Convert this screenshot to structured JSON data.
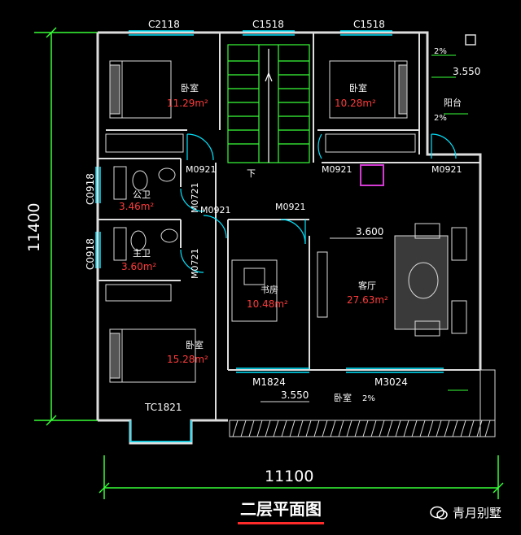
{
  "windows": {
    "c2118": "C2118",
    "c1518_stair": "C1518",
    "c1518_bedroom": "C1518",
    "c0918_a": "C0918",
    "c0918_b": "C0918",
    "tc1821": "TC1821"
  },
  "doors": {
    "m0921_bed1": "M0921",
    "m0921_bed2": "M0921",
    "m0921_right": "M0921",
    "m0721_a": "M0721",
    "m0721_b": "M0721",
    "m0921_hall_left": "M0921",
    "m0921_study": "M0921",
    "m1824": "M1824",
    "m3024": "M3024"
  },
  "rooms": {
    "bedroom_nw": {
      "name": "卧室",
      "area": "11.29m²"
    },
    "bedroom_ne": {
      "name": "卧室",
      "area": "10.28m²"
    },
    "bath_public": {
      "name": "公卫",
      "area": "3.46m²"
    },
    "bath_master": {
      "name": "主卫",
      "area": "3.60m²"
    },
    "bedroom_sw": {
      "name": "卧室",
      "area": "15.28m²"
    },
    "study": {
      "name": "书房",
      "area": "10.48m²"
    },
    "living": {
      "name": "客厅",
      "area": "27.63m²"
    },
    "balcony": {
      "name": "阳台"
    }
  },
  "levels": {
    "balcony_top": "3.550",
    "living": "3.600",
    "bottom_terrace": "3.550"
  },
  "slopes": {
    "top_right": "2%",
    "balcony": "2%",
    "bottom": "2%"
  },
  "terrace_label": "卧室",
  "stair_label": "下",
  "dimensions": {
    "height": "11400",
    "width": "11100"
  },
  "drawing_title": "二层平面图",
  "watermark": "青月别墅"
}
